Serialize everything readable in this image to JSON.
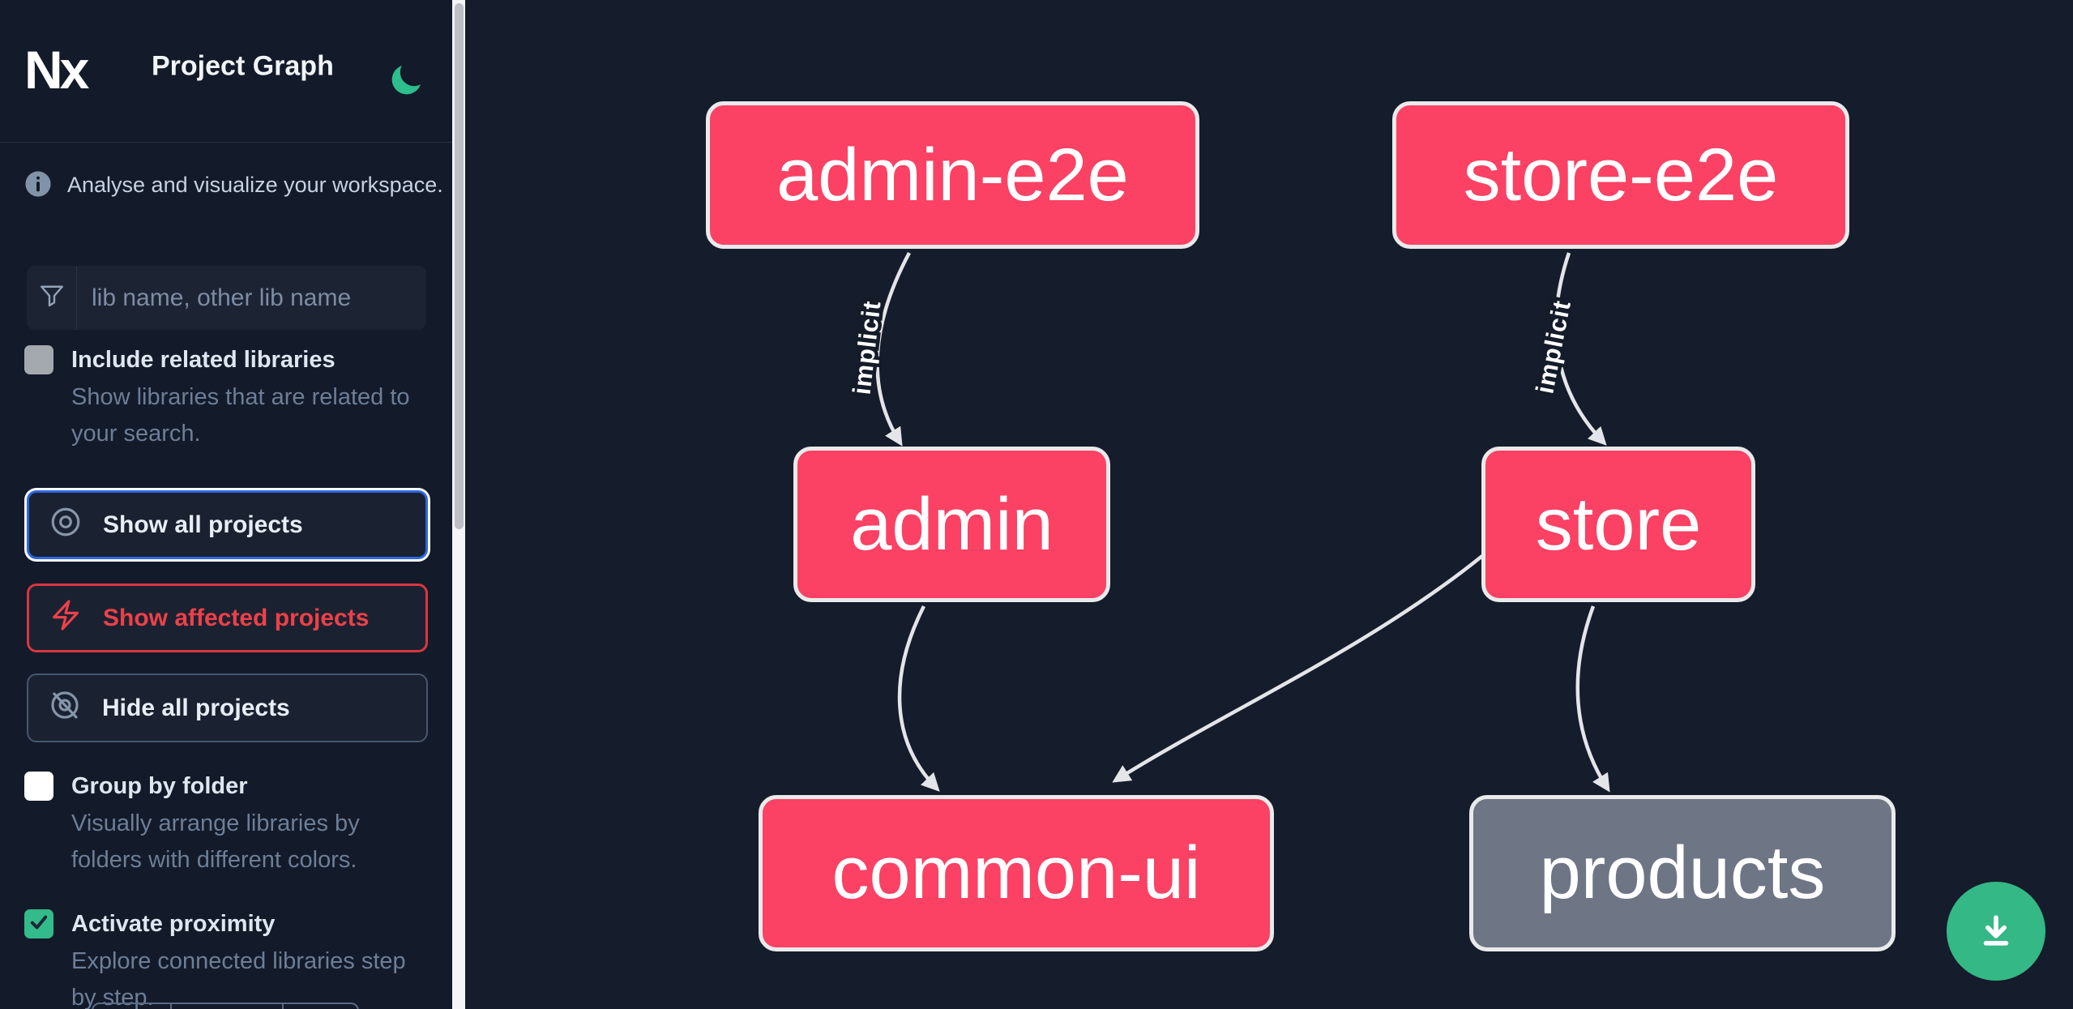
{
  "app": {
    "title": "Project Graph",
    "logo_text": "Nx"
  },
  "sidebar": {
    "intro": "Analyse and visualize your workspace.",
    "search": {
      "placeholder": "lib name, other lib name"
    },
    "toggles": [
      {
        "label": "Include related libraries",
        "description": "Show libraries that are related to your search.",
        "checked": false
      },
      {
        "label": "Group by folder",
        "description": "Visually arrange libraries by folders with different colors.",
        "checked": false
      },
      {
        "label": "Activate proximity",
        "description": "Explore connected libraries step by step.",
        "checked": true
      }
    ],
    "actions": [
      {
        "label": "Show all projects",
        "icon": "eye-icon",
        "focused": true
      },
      {
        "label": "Show affected projects",
        "icon": "bolt-icon",
        "variant": "affected"
      },
      {
        "label": "Hide all projects",
        "icon": "eye-slash-icon"
      }
    ],
    "bottom_control_visible_segments": 3
  },
  "graph": {
    "nodes": [
      {
        "label": "admin-e2e",
        "color": "pink"
      },
      {
        "label": "store-e2e",
        "color": "pink"
      },
      {
        "label": "admin",
        "color": "pink"
      },
      {
        "label": "store",
        "color": "pink"
      },
      {
        "label": "common-ui",
        "color": "pink"
      },
      {
        "label": "products",
        "color": "gray"
      }
    ],
    "edges": [
      {
        "from": "admin-e2e",
        "to": "admin",
        "label": "implicit"
      },
      {
        "from": "store-e2e",
        "to": "store",
        "label": "implicit"
      },
      {
        "from": "admin",
        "to": "common-ui",
        "label": ""
      },
      {
        "from": "store",
        "to": "common-ui",
        "label": ""
      },
      {
        "from": "store",
        "to": "products",
        "label": ""
      }
    ]
  },
  "fab": {
    "icon": "download-icon"
  },
  "colors": {
    "node_pink": "#fb4164",
    "node_gray": "#6e7585",
    "node_border": "#e9eaec",
    "edge": "#e4e5e8",
    "accent_green": "#34b886",
    "accent_blue": "#2d68e0",
    "accent_red": "#ee4049",
    "sidebar_bg": "#131a29",
    "canvas_bg": "#151c2b"
  }
}
